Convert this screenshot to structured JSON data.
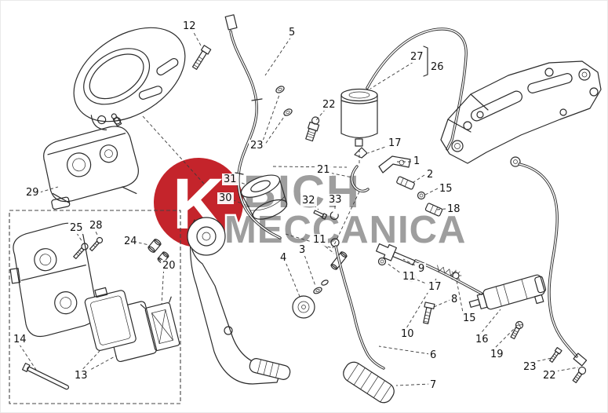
{
  "watermark": {
    "logo_letter": "K",
    "line1": "BICH",
    "line2": "MECCANICA",
    "circle_color": "#c4242b",
    "text_color": "#9e9e9e"
  },
  "callouts": [
    {
      "label": "12"
    },
    {
      "label": "5"
    },
    {
      "label": "27"
    },
    {
      "label": "26"
    },
    {
      "label": "22"
    },
    {
      "label": "23"
    },
    {
      "label": "17"
    },
    {
      "label": "1"
    },
    {
      "label": "21"
    },
    {
      "label": "2"
    },
    {
      "label": "15"
    },
    {
      "label": "18"
    },
    {
      "label": "29"
    },
    {
      "label": "31"
    },
    {
      "label": "30"
    },
    {
      "label": "32"
    },
    {
      "label": "33"
    },
    {
      "label": "25"
    },
    {
      "label": "28"
    },
    {
      "label": "24"
    },
    {
      "label": "11"
    },
    {
      "label": "3"
    },
    {
      "label": "4"
    },
    {
      "label": "20"
    },
    {
      "label": "9"
    },
    {
      "label": "11"
    },
    {
      "label": "17"
    },
    {
      "label": "8"
    },
    {
      "label": "15"
    },
    {
      "label": "10"
    },
    {
      "label": "16"
    },
    {
      "label": "14"
    },
    {
      "label": "19"
    },
    {
      "label": "6"
    },
    {
      "label": "23"
    },
    {
      "label": "22"
    },
    {
      "label": "13"
    },
    {
      "label": "7"
    }
  ]
}
